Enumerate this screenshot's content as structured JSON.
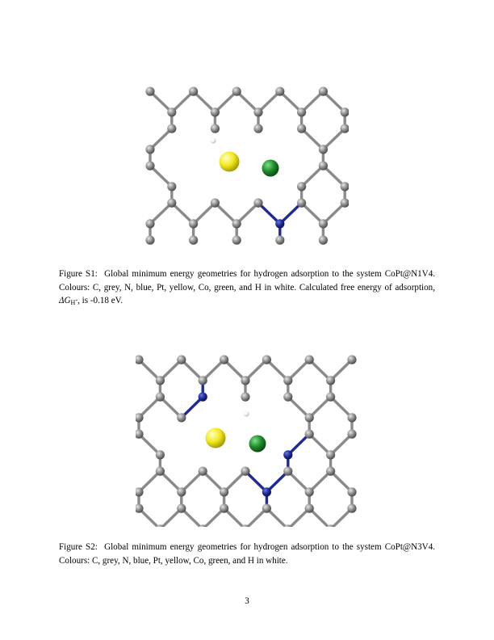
{
  "figures": [
    {
      "id": "S1",
      "label": "Figure S1:",
      "caption_main": "Global minimum energy geometries for hydrogen adsorption to the system CoPt@N1V4. Colours: C, grey, N, blue, Pt, yellow, Co, green, and H in white. Calculated free energy of adsorption, ",
      "symbol": "ΔG",
      "symbol_sub": "H",
      "symbol_sup": "*",
      "caption_tail": ", is -0.18 eV."
    },
    {
      "id": "S2",
      "label": "Figure S2:",
      "caption_main": "Global minimum energy geometries for hydrogen adsorption to the system CoPt@N3V4. Colours: C, grey, N, blue, Pt, yellow, Co, green, and H in white."
    }
  ],
  "atom_colors": {
    "C": "#8c8c8c",
    "N": "#1f2a9a",
    "Pt": "#f2e81c",
    "Co": "#1e8a28",
    "H": "#f4f4f4",
    "bond": "#8a8a8a"
  },
  "page_number": "3"
}
